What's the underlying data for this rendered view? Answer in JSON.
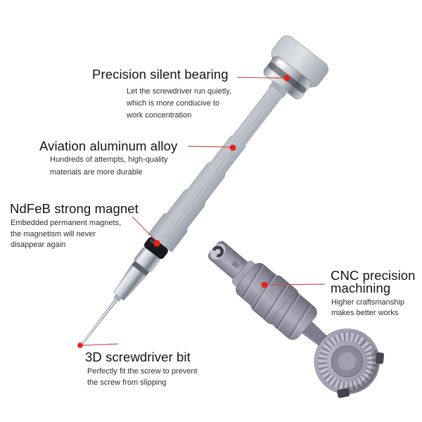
{
  "product": {
    "logo_marking": "3D"
  },
  "colors": {
    "background": "#ffffff",
    "callout_line": "#c4564f",
    "callout_dot": "#e82118",
    "title_text": "#141414",
    "body_text": "#2e2e2e"
  },
  "callouts": {
    "bearing": {
      "title": "Precision silent bearing",
      "desc": [
        "Let the screwdriver run quietly,",
        "which is more conducive to",
        "work concentration"
      ]
    },
    "alloy": {
      "title": "Aviation aluminum alloy",
      "desc": [
        "Hundreds of attempts, high-quality",
        "materials are more durable"
      ]
    },
    "magnet": {
      "title": "NdFeB strong magnet",
      "desc": [
        "Embedded permanent magnets,",
        "the magnetism will never",
        "disappear again"
      ]
    },
    "cnc": {
      "title": "CNC precision machining",
      "desc": [
        "Higher craftsmanship",
        "makes better works"
      ]
    },
    "bit": {
      "title": "3D screwdriver bit",
      "desc": [
        "Perfectly fit the screw to prevent",
        "the screw from slipping"
      ]
    }
  }
}
